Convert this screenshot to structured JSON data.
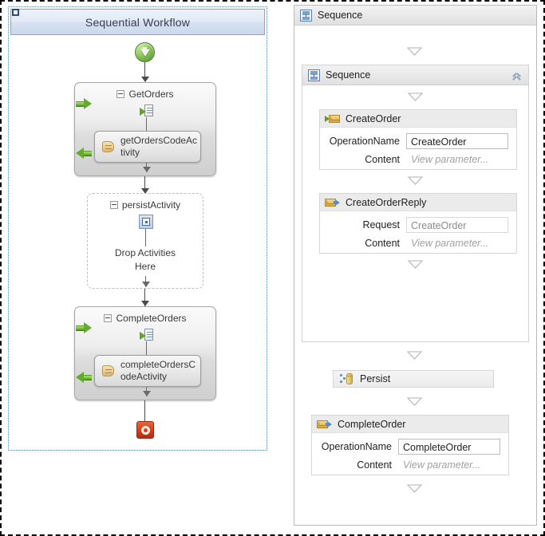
{
  "wf3": {
    "title": "Sequential Workflow",
    "start_icon": "start-node-icon",
    "stop_icon": "stop-node-icon",
    "nodes": [
      {
        "name": "GetOrders",
        "type": "composite",
        "expander": "collapse-expander",
        "icons": [
          "green-arrow-right-icon",
          "green-arrow-left-icon",
          "receive-message-icon"
        ],
        "child": {
          "name": "getOrdersCodeActivity",
          "label_line1": "getOrdersCodeAc",
          "label_line2": "tivity",
          "icon": "code-activity-icon"
        }
      },
      {
        "name": "persistActivity",
        "type": "dashed-composite",
        "expander": "collapse-expander",
        "icon": "persist-activity-icon",
        "drop_line1": "Drop Activities",
        "drop_line2": "Here"
      },
      {
        "name": "CompleteOrders",
        "type": "composite",
        "expander": "collapse-expander",
        "icons": [
          "green-arrow-right-icon",
          "green-arrow-left-icon",
          "receive-message-icon"
        ],
        "child": {
          "name": "completeOrdersCodeActivity",
          "label_line1": "completeOrdersC",
          "label_line2": "odeActivity",
          "icon": "code-activity-icon"
        }
      }
    ]
  },
  "wf4": {
    "root": {
      "title": "Sequence",
      "icon": "sequence-icon"
    },
    "inner": {
      "title": "Sequence",
      "icon": "sequence-icon",
      "collapse_icon": "chevron-up-double-icon"
    },
    "activities": [
      {
        "id": "create-order",
        "title": "CreateOrder",
        "icon": "receive-envelope-icon",
        "fields": [
          {
            "label": "OperationName",
            "value": "CreateOrder",
            "kind": "input"
          },
          {
            "label": "Content",
            "value": "View parameter...",
            "kind": "static"
          }
        ]
      },
      {
        "id": "create-order-reply",
        "title": "CreateOrderReply",
        "icon": "send-envelope-icon",
        "fields": [
          {
            "label": "Request",
            "value": "CreateOrder",
            "kind": "readonly"
          },
          {
            "label": "Content",
            "value": "View parameter...",
            "kind": "static"
          }
        ]
      },
      {
        "id": "persist",
        "title": "Persist",
        "icon": "persist-icon",
        "fields": []
      },
      {
        "id": "complete-order",
        "title": "CompleteOrder",
        "icon": "send-envelope-icon",
        "fields": [
          {
            "label": "OperationName",
            "value": "CompleteOrder",
            "kind": "input"
          },
          {
            "label": "Content",
            "value": "View parameter...",
            "kind": "static"
          }
        ]
      }
    ],
    "drop_indicator": "drop-target-triangle"
  },
  "colors": {
    "wf3_title_gradient_top": "#eef3fa",
    "wf3_title_gradient_bottom": "#cbd9ee",
    "wf3_panel_border": "#5b7fae",
    "start_green": "#8fc95b",
    "stop_red": "#d8401b",
    "wf4_header_gray": "#ebebeb",
    "wf4_panel_border": "#b9b9b9",
    "placeholder_gray": "#a0a0a0"
  }
}
